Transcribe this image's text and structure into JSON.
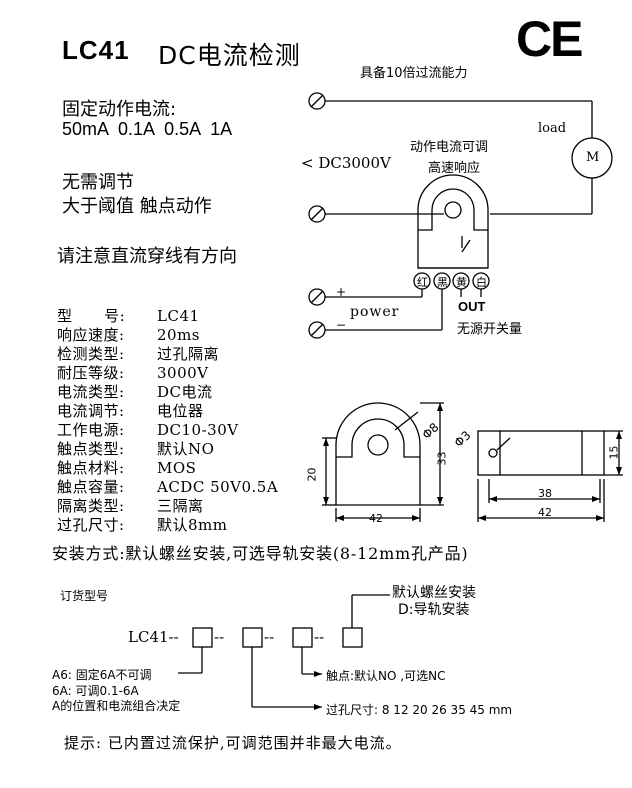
{
  "header": {
    "model": "LC41",
    "subtitle": "DC电流检测",
    "ce_mark": "CE"
  },
  "features": {
    "current_heading": "固定动作电流:",
    "current_values": "50mA  0.1A  0.5A  1A",
    "line1": "无需调节",
    "line2": "大于阈值 触点动作",
    "direction_note": "请注意直流穿线有方向"
  },
  "wiring": {
    "overload": "具备10倍过流能力",
    "adjustable": "动作电流可调",
    "fast_response": "高速响应",
    "load": "load",
    "motor": "M",
    "voltage": "< DC3000V",
    "plus": "+",
    "minus": "−",
    "power": "power",
    "terminals": [
      "红",
      "黑",
      "黄",
      "白"
    ],
    "out": "OUT",
    "passive_switch": "无源开关量"
  },
  "specs": [
    {
      "label": "型      号:",
      "value": "LC41"
    },
    {
      "label": "响应速度:",
      "value": "20ms"
    },
    {
      "label": "检测类型:",
      "value": "过孔隔离"
    },
    {
      "label": "耐压等级:",
      "value": "3000V"
    },
    {
      "label": "电流类型:",
      "value": "DC电流"
    },
    {
      "label": "电流调节:",
      "value": "电位器"
    },
    {
      "label": "工作电源:",
      "value": "DC10-30V"
    },
    {
      "label": "触点类型:",
      "value": "默认NO"
    },
    {
      "label": "触点材料:",
      "value": "MOS"
    },
    {
      "label": "触点容量:",
      "value": "ACDC 50V0.5A"
    },
    {
      "label": "隔离类型:",
      "value": "三隔离"
    },
    {
      "label": "过孔尺寸:",
      "value": "默认8mm"
    }
  ],
  "dimensions": {
    "hole_dia": "Φ8",
    "mount_dia": "Φ3",
    "h20": "20",
    "h33": "33",
    "w42_front": "42",
    "w38": "38",
    "w42_side": "42",
    "h15": "15"
  },
  "install": "安装方式:默认螺丝安装,可选导轨安装(8-12mm孔产品)",
  "ordering": {
    "title": "订货型号",
    "code_prefix": "LC41--",
    "sep": "--",
    "mount_default": "默认螺丝安装",
    "mount_rail": "D:导轨安装",
    "contact": "触点:默认NO ,可选NC",
    "a6": "A6: 固定6A不可调",
    "a6_adj": "6A: 可调0.1-6A",
    "a_note": "A的位置和电流组合决定",
    "hole_sizes": "过孔尺寸: 8 12 20 26 35 45 mm"
  },
  "note": "提示:  已内置过流保护,可调范围并非最大电流。"
}
